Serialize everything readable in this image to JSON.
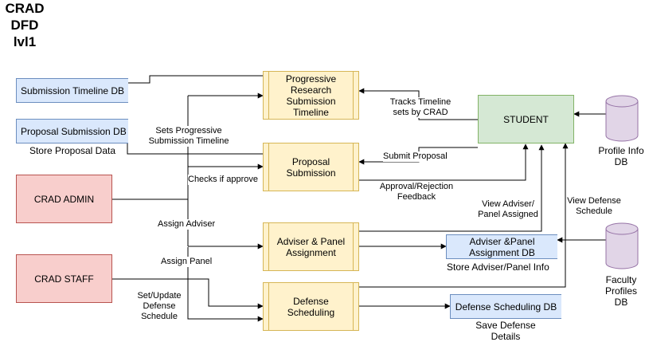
{
  "title": [
    "CRAD",
    "DFD",
    "lvl1"
  ],
  "processes": {
    "progressive": "Progressive Research Submission Timeline",
    "proposal": "Proposal Submission",
    "adviser_panel": "Adviser & Panel Assignment",
    "defense": "Defense Scheduling"
  },
  "entities": {
    "student": "STUDENT",
    "crad_admin": "CRAD ADMIN",
    "crad_staff": "CRAD STAFF"
  },
  "stores": {
    "submission_timeline_db": "Submission Timeline DB",
    "proposal_submission_db": "Proposal Submission DB",
    "adviser_panel_db": "Adviser &Panel Assignment DB",
    "defense_scheduling_db": "Defense Scheduling DB",
    "profile_info_db": "Profile Info DB",
    "faculty_profiles_db": "Faculty Profiles DB"
  },
  "flows": {
    "store_proposal_data": "Store Proposal Data",
    "sets_progressive": "Sets Progressive Submission Timeline",
    "checks_if_approve": "Checks if approve",
    "assign_adviser": "Assign Adviser",
    "assign_panel": "Assign Panel",
    "set_update_defense": "Set/Update Defense Schedule",
    "tracks_timeline": "Tracks Timeline sets by CRAD",
    "submit_proposal": "Submit Proposal",
    "approval_feedback": "Approval/Rejection Feedback",
    "view_adviser_panel": "View Adviser/ Panel Assigned",
    "view_defense_schedule": "View Defense Schedule",
    "store_adviser_info": "Store Adviser/Panel Info",
    "save_defense_details": "Save Defense Details"
  },
  "colors": {
    "process_fill": "#fff2cc",
    "process_border": "#d6b656",
    "store_fill": "#dae8fc",
    "store_border": "#6c8ebf",
    "entity_red_fill": "#f8cecc",
    "entity_red_border": "#b85450",
    "entity_green_fill": "#d5e8d4",
    "entity_green_border": "#82b366",
    "cylinder_fill": "#e1d5e7",
    "cylinder_border": "#9673a6"
  }
}
